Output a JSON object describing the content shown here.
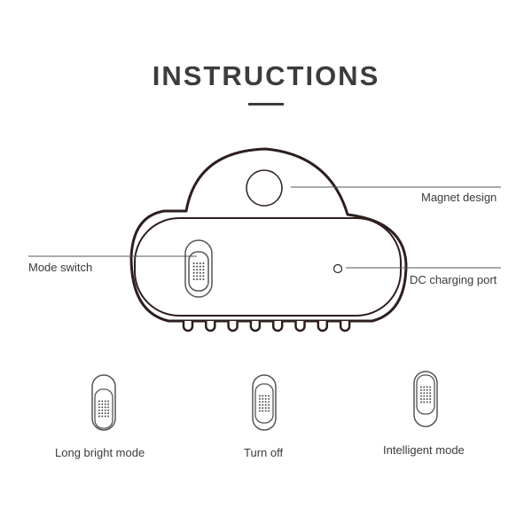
{
  "title": "INSTRUCTIONS",
  "labels": {
    "magnet": "Magnet design",
    "mode_switch": "Mode switch",
    "dc_port": "DC charging port"
  },
  "modes": [
    {
      "label": "Long bright mode",
      "position": "bottom"
    },
    {
      "label": "Turn off",
      "position": "middle"
    },
    {
      "label": "Intelligent mode",
      "position": "top"
    }
  ],
  "colors": {
    "outline": "#2e1e1e",
    "text": "#3a3a3a",
    "line": "#555555"
  }
}
